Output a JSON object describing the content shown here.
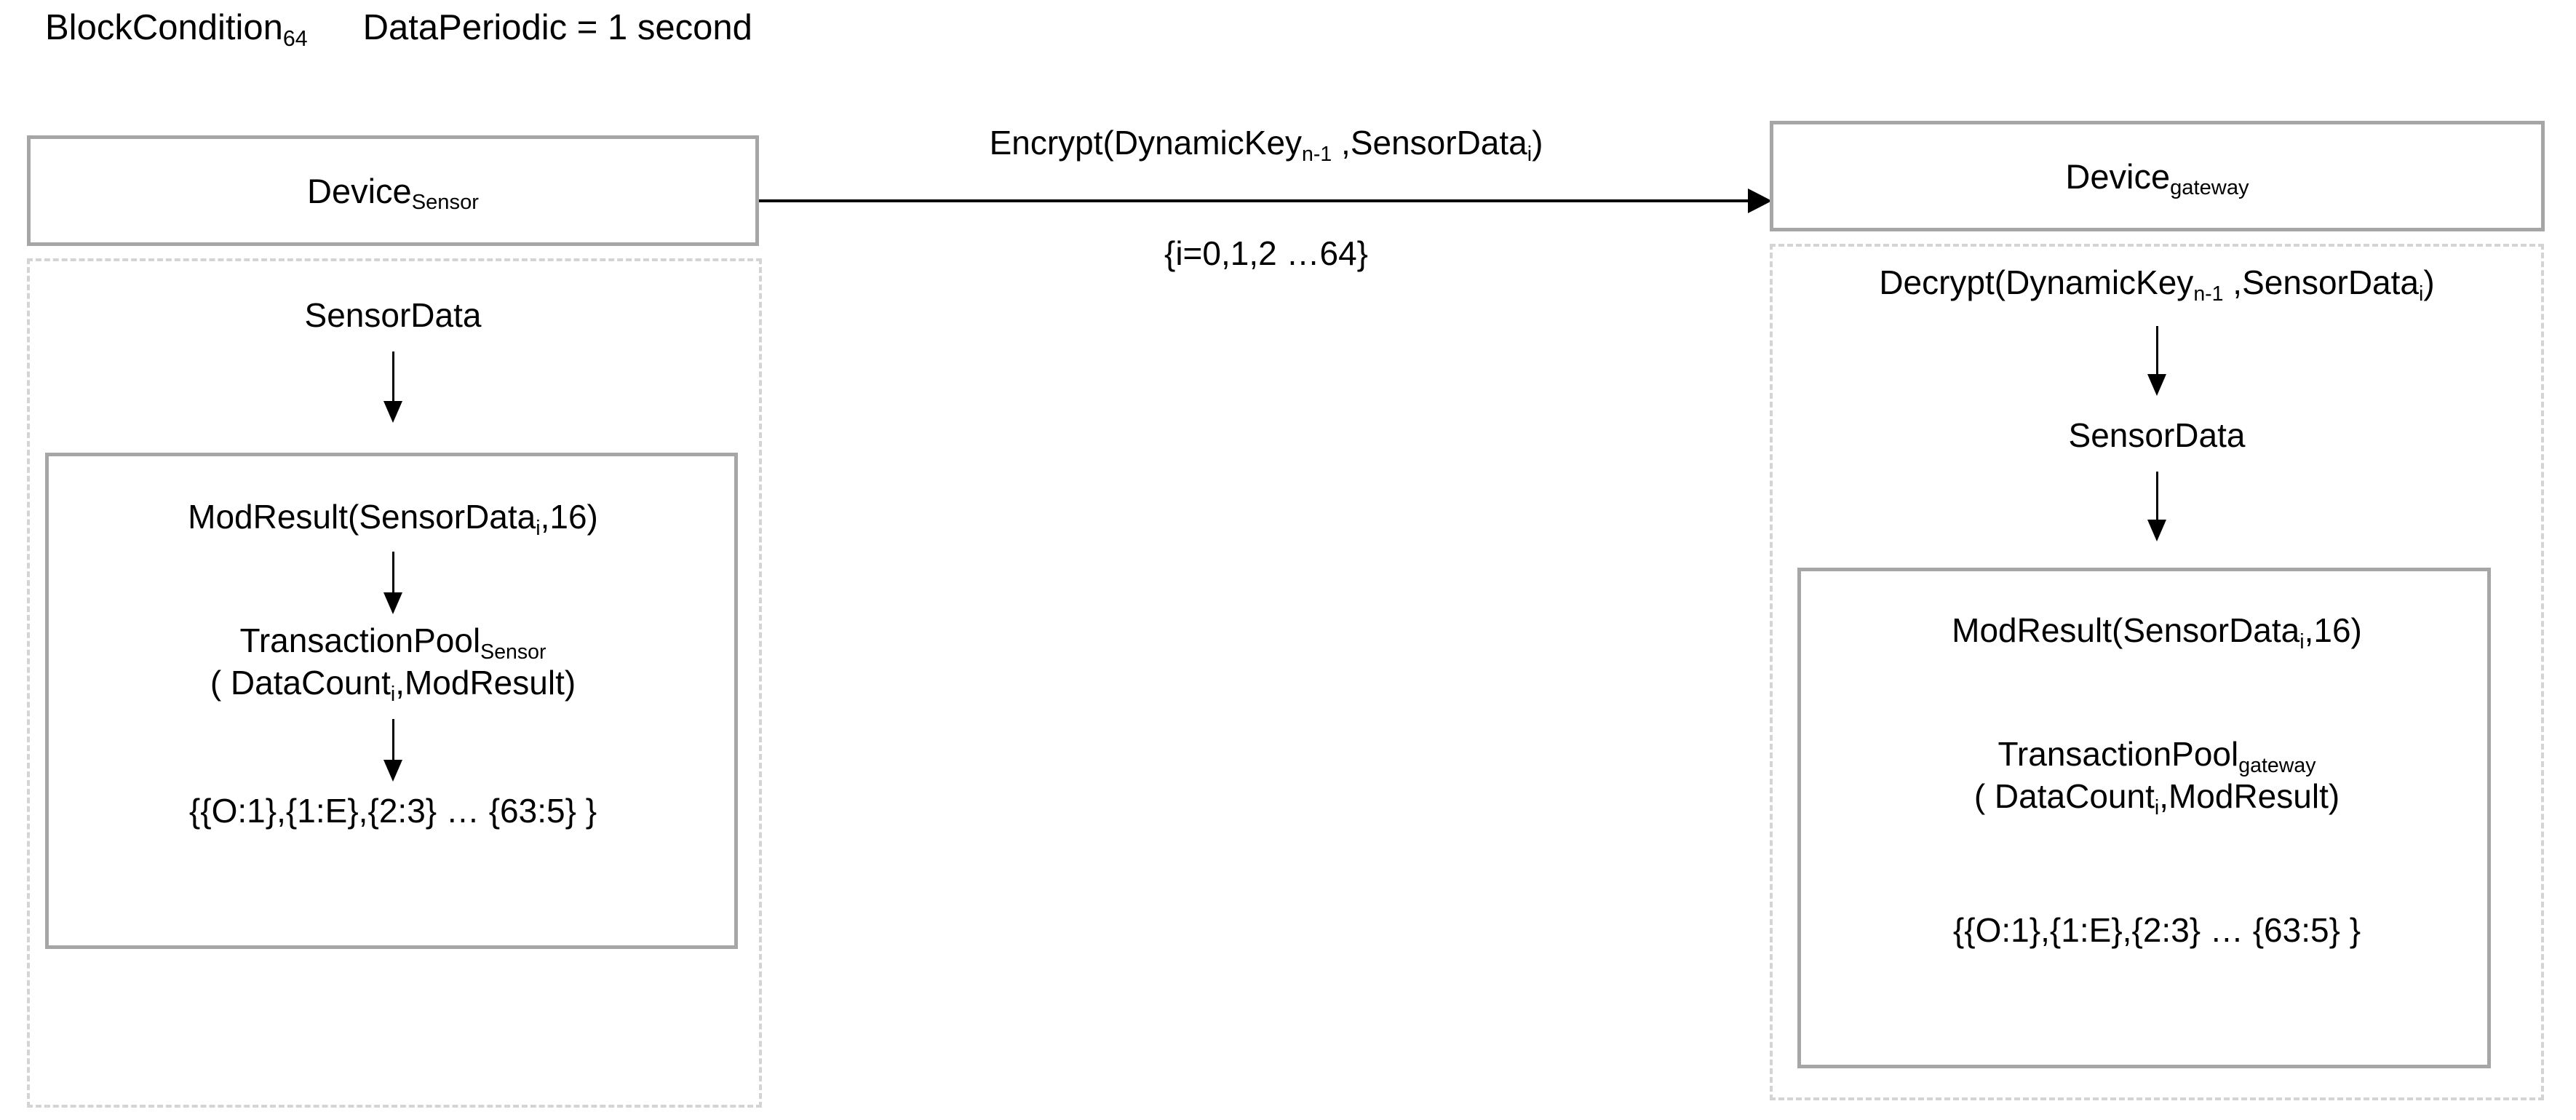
{
  "header": {
    "block_condition": "BlockCondition",
    "block_condition_sub": "64",
    "data_periodic": "DataPeriodic = 1 second"
  },
  "left": {
    "device": {
      "label": "Device",
      "label_sub": "Sensor"
    },
    "sensor_data_label": "SensorData",
    "inner": {
      "mod_result": "ModResult(SensorData",
      "mod_result_sub": "i",
      "mod_result_tail": ",16)",
      "transaction_pool": "TransactionPool",
      "transaction_pool_sub": "Sensor",
      "data_count_open": "( DataCount",
      "data_count_sub": "i",
      "data_count_tail": ",ModResult)",
      "pool_contents": "{{O:1},{1:E},{2:3} … {63:5} }"
    }
  },
  "link": {
    "encrypt_head": "Encrypt(DynamicKey",
    "encrypt_sub": "n-1",
    "encrypt_mid": " ,SensorData",
    "encrypt_sub2": "i",
    "encrypt_tail": ")",
    "index_range": "{i=0,1,2 …64}"
  },
  "right": {
    "device": {
      "label": "Device",
      "label_sub": "gateway"
    },
    "decrypt_head": "Decrypt(DynamicKey",
    "decrypt_sub": "n-1",
    "decrypt_mid": " ,SensorData",
    "decrypt_sub2": "i",
    "decrypt_tail": ")",
    "sensor_data_label": "SensorData",
    "inner": {
      "mod_result": "ModResult(SensorData",
      "mod_result_sub": "i",
      "mod_result_tail": ",16)",
      "transaction_pool": "TransactionPool",
      "transaction_pool_sub": "gateway",
      "data_count_open": "( DataCount",
      "data_count_sub": "i",
      "data_count_tail": ",ModResult)",
      "pool_contents": "{{O:1},{1:E},{2:3} … {63:5} }"
    }
  },
  "colors": {
    "box_border": "#a6a6a6",
    "dashed_border": "#d4d4d4",
    "arrow": "#000000",
    "text": "#000000",
    "background": "#ffffff"
  }
}
